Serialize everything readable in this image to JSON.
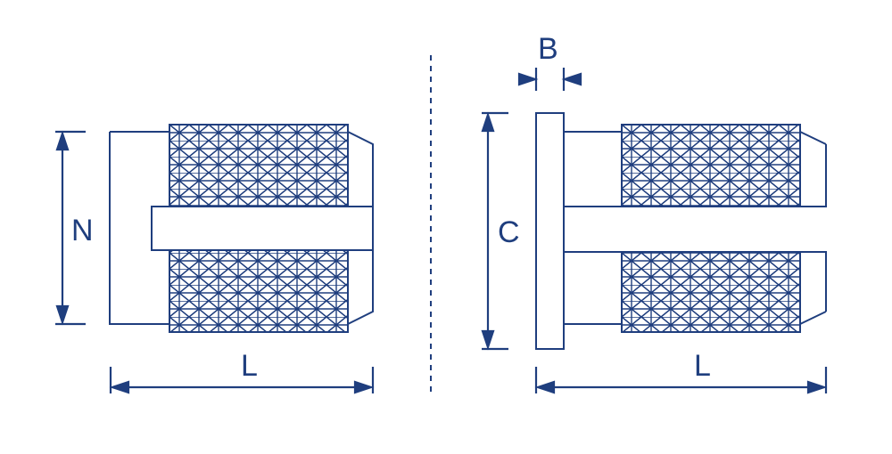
{
  "colors": {
    "stroke": "#1f3e7e",
    "background": "#ffffff"
  },
  "labels": {
    "left_height": "N",
    "left_length": "L",
    "right_flange_width": "B",
    "right_height": "C",
    "right_length": "L"
  }
}
